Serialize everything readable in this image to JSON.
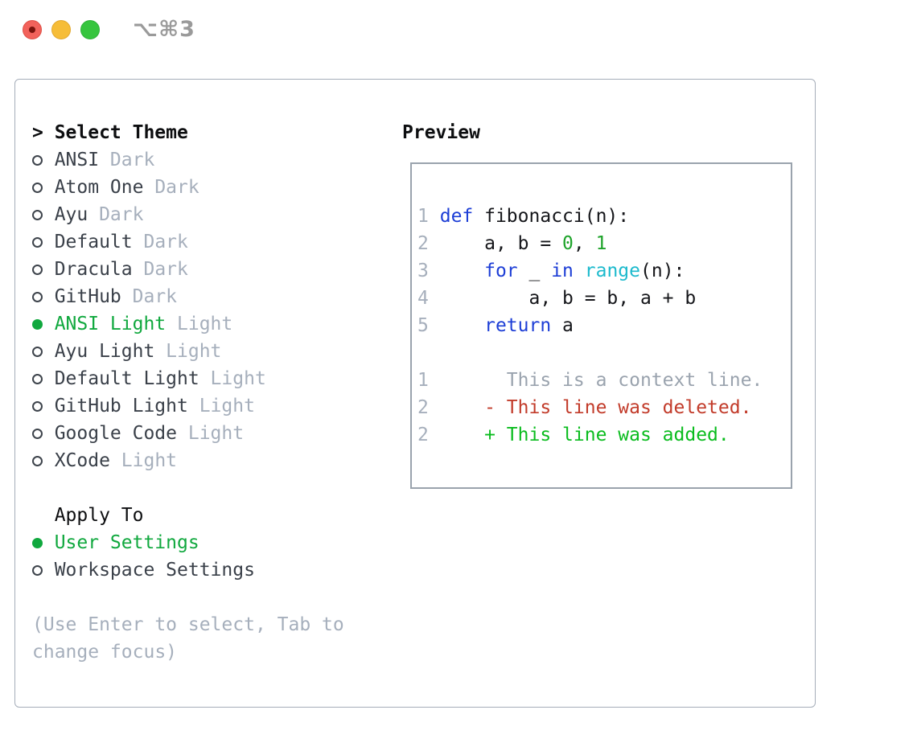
{
  "window": {
    "shortcut_label": "⌥⌘3",
    "traffic_lights": {
      "close_color": "#f2625b",
      "minimize_color": "#f6bd38",
      "zoom_color": "#36c53e"
    }
  },
  "colors": {
    "accent_green": "#10a83e",
    "muted_gray": "#a6afbc",
    "item_text": "#3a4049",
    "keyword_blue": "#1d3ed6",
    "builtin_cyan": "#1cbacd",
    "literal_green": "#1ea32a",
    "diff_red": "#c23b2a",
    "diff_add_green": "#0abc1e",
    "panel_border": "#a5adb9",
    "preview_border": "#9aa3ad"
  },
  "theme_panel": {
    "pointer": ">",
    "header": "Select Theme",
    "items": [
      {
        "name": "ANSI",
        "variant": "Dark",
        "selected": false
      },
      {
        "name": "Atom One",
        "variant": "Dark",
        "selected": false
      },
      {
        "name": "Ayu",
        "variant": "Dark",
        "selected": false
      },
      {
        "name": "Default",
        "variant": "Dark",
        "selected": false
      },
      {
        "name": "Dracula",
        "variant": "Dark",
        "selected": false
      },
      {
        "name": "GitHub",
        "variant": "Dark",
        "selected": false
      },
      {
        "name": "ANSI Light",
        "variant": "Light",
        "selected": true
      },
      {
        "name": "Ayu Light",
        "variant": "Light",
        "selected": false
      },
      {
        "name": "Default Light",
        "variant": "Light",
        "selected": false
      },
      {
        "name": "GitHub Light",
        "variant": "Light",
        "selected": false
      },
      {
        "name": "Google Code",
        "variant": "Light",
        "selected": false
      },
      {
        "name": "XCode",
        "variant": "Light",
        "selected": false
      }
    ],
    "apply_header": "Apply To",
    "apply_items": [
      {
        "label": "User Settings",
        "selected": true
      },
      {
        "label": "Workspace Settings",
        "selected": false
      }
    ],
    "help_lines": [
      "(Use Enter to select, Tab to",
      "change focus)"
    ]
  },
  "preview": {
    "title": "Preview",
    "lines": [
      {
        "parts": [
          [
            "num",
            "1"
          ],
          [
            "pl",
            " "
          ],
          [
            "kw",
            "def"
          ],
          [
            "pl",
            " fibonacci(n):"
          ]
        ]
      },
      {
        "parts": [
          [
            "num",
            "2"
          ],
          [
            "pl",
            "     a, b = "
          ],
          [
            "lit",
            "0"
          ],
          [
            "pl",
            ", "
          ],
          [
            "lit",
            "1"
          ]
        ]
      },
      {
        "parts": [
          [
            "num",
            "3"
          ],
          [
            "pl",
            "     "
          ],
          [
            "kw",
            "for"
          ],
          [
            "pl",
            " _ "
          ],
          [
            "kw",
            "in"
          ],
          [
            "pl",
            " "
          ],
          [
            "fn",
            "range"
          ],
          [
            "pl",
            "(n):"
          ]
        ]
      },
      {
        "parts": [
          [
            "num",
            "4"
          ],
          [
            "pl",
            "         a, b = b, a + b"
          ]
        ]
      },
      {
        "parts": [
          [
            "num",
            "5"
          ],
          [
            "pl",
            "     "
          ],
          [
            "kw",
            "return"
          ],
          [
            "pl",
            " a"
          ]
        ]
      },
      {
        "parts": [
          [
            "pl",
            ""
          ]
        ]
      },
      {
        "parts": [
          [
            "num",
            "1"
          ],
          [
            "ctx",
            "       This is a context line."
          ]
        ]
      },
      {
        "parts": [
          [
            "num",
            "2"
          ],
          [
            "pl",
            "     "
          ],
          [
            "del",
            "- This line was deleted."
          ]
        ]
      },
      {
        "parts": [
          [
            "num",
            "2"
          ],
          [
            "pl",
            "     "
          ],
          [
            "add",
            "+ This line was added."
          ]
        ]
      }
    ]
  }
}
